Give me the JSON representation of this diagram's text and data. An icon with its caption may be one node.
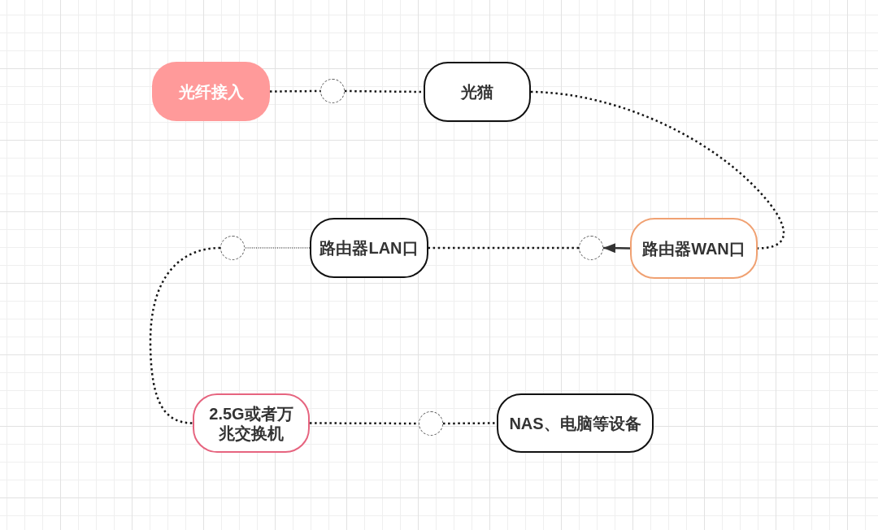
{
  "diagram": {
    "nodes": [
      {
        "text": [
          "光纤接入"
        ]
      },
      {
        "text": [],
        "shape": "circle"
      },
      {
        "text": [
          "光猫"
        ]
      },
      {
        "text": [],
        "shape": "circle"
      },
      {
        "text": [
          "路由器LAN口"
        ]
      },
      {
        "text": [],
        "shape": "circle"
      },
      {
        "text": [
          "路由器WAN口"
        ]
      },
      {
        "text": [
          "2.5G或者万兆交换机"
        ]
      },
      {
        "text": [],
        "shape": "circle"
      },
      {
        "text": [
          "NAS、电脑等设备"
        ]
      }
    ],
    "edges": [
      {
        "from": 0,
        "to": 1,
        "arrow": "none",
        "style": "dashed"
      },
      {
        "from": 1,
        "to": 2,
        "arrow": "none",
        "style": "dashed"
      },
      {
        "from": 2,
        "to": 6,
        "arrow": "none",
        "style": "dashed"
      },
      {
        "from": 6,
        "to": 5,
        "arrow": "to"
      },
      {
        "from": 5,
        "to": 4,
        "arrow": "none",
        "style": "dashed"
      },
      {
        "from": 4,
        "to": 3,
        "arrow": "none",
        "style": "dashed"
      },
      {
        "from": 3,
        "to": 7,
        "arrow": "none",
        "style": "dashed"
      },
      {
        "from": 7,
        "to": 8,
        "arrow": "none",
        "style": "dashed"
      },
      {
        "from": 8,
        "to": 9,
        "arrow": "none",
        "style": "dashed"
      }
    ]
  }
}
